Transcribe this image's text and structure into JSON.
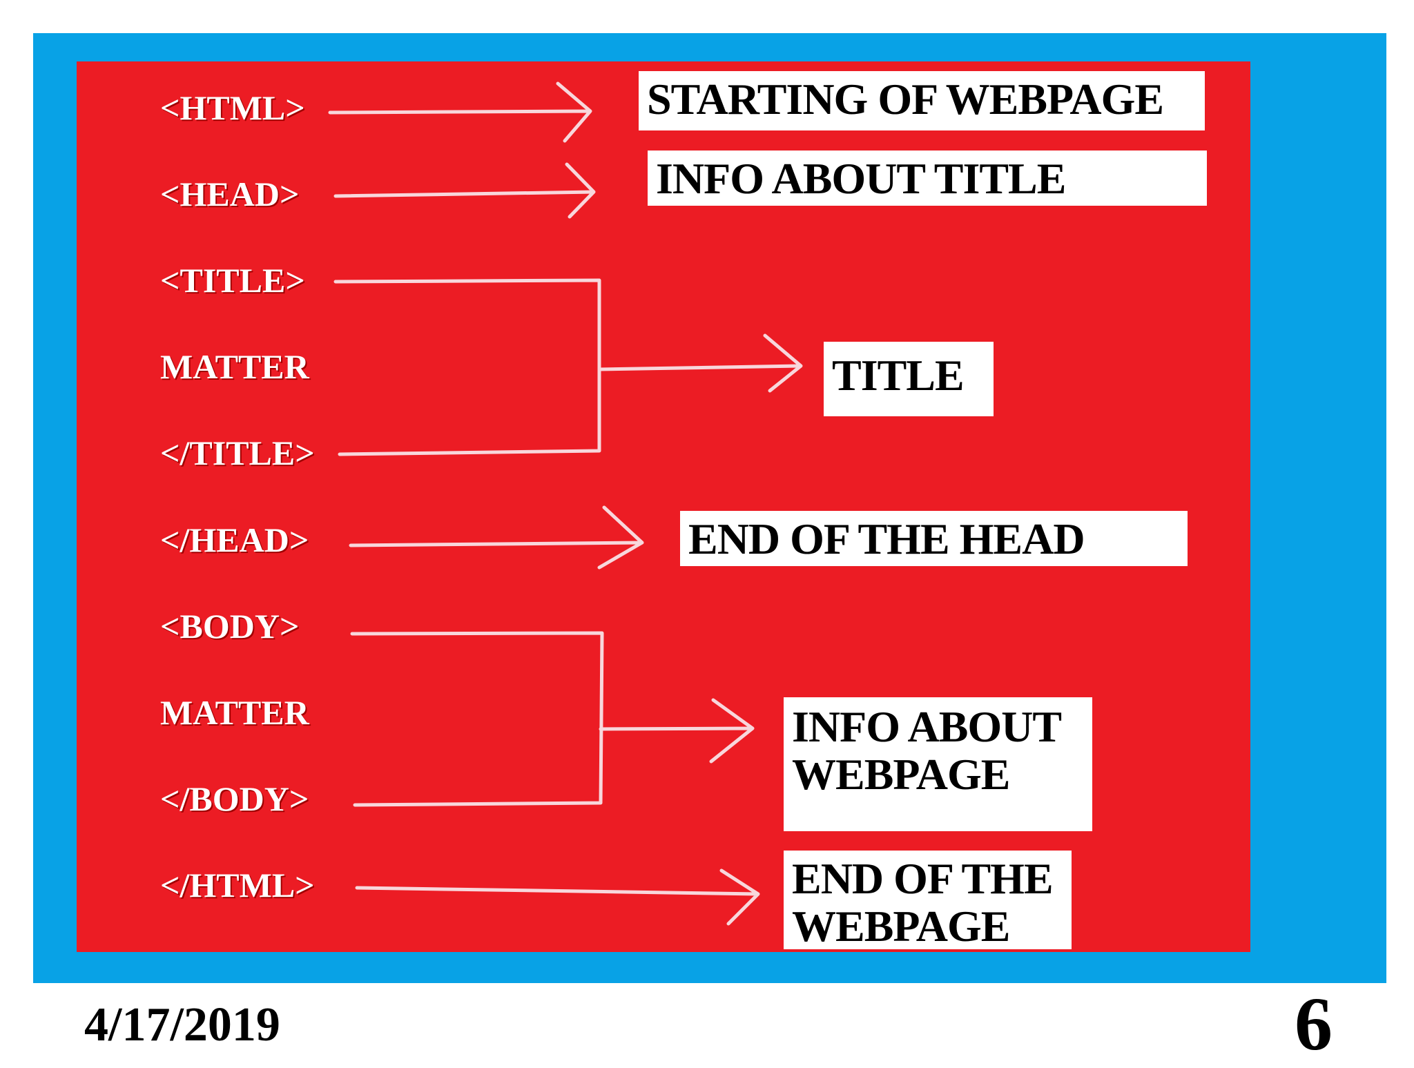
{
  "tags": [
    {
      "id": "html-open",
      "text": "<HTML>"
    },
    {
      "id": "head-open",
      "text": "<HEAD>"
    },
    {
      "id": "title-open",
      "text": "<TITLE>"
    },
    {
      "id": "title-matter",
      "text": "MATTER"
    },
    {
      "id": "title-close",
      "text": "</TITLE>"
    },
    {
      "id": "head-close",
      "text": "</HEAD>"
    },
    {
      "id": "body-open",
      "text": "<BODY>"
    },
    {
      "id": "body-matter",
      "text": "MATTER"
    },
    {
      "id": "body-close",
      "text": "</BODY>"
    },
    {
      "id": "html-close",
      "text": "</HTML>"
    }
  ],
  "explanations": {
    "html_start": "STARTING OF  WEBPAGE",
    "head_info": "INFO ABOUT   TITLE",
    "title": "TITLE",
    "head_end": "END  OF  THE HEAD",
    "body_info_line1": "INFO  ABOUT",
    "body_info_line2": "WEBPAGE",
    "html_end_line1": "END  OF THE",
    "html_end_line2": "WEBPAGE"
  },
  "footer": {
    "date": "4/17/2019",
    "page_number": "6"
  },
  "colors": {
    "frame": "#08a2e6",
    "panel": "#ec1c24",
    "arrow": "#f8d7dc",
    "label_box": "#ffffff"
  }
}
